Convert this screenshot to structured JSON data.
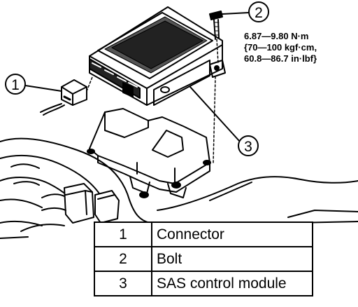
{
  "torque_spec": {
    "line1": "6.87—9.80 N·m",
    "line2": "{70—100 kgf·cm,",
    "line3": "60.8—86.7 in·lbf}"
  },
  "callouts": [
    {
      "number": "1"
    },
    {
      "number": "2"
    },
    {
      "number": "3"
    }
  ],
  "legend": [
    {
      "number": "1",
      "name": "Connector"
    },
    {
      "number": "2",
      "name": "Bolt"
    },
    {
      "number": "3",
      "name": "SAS control module"
    }
  ]
}
